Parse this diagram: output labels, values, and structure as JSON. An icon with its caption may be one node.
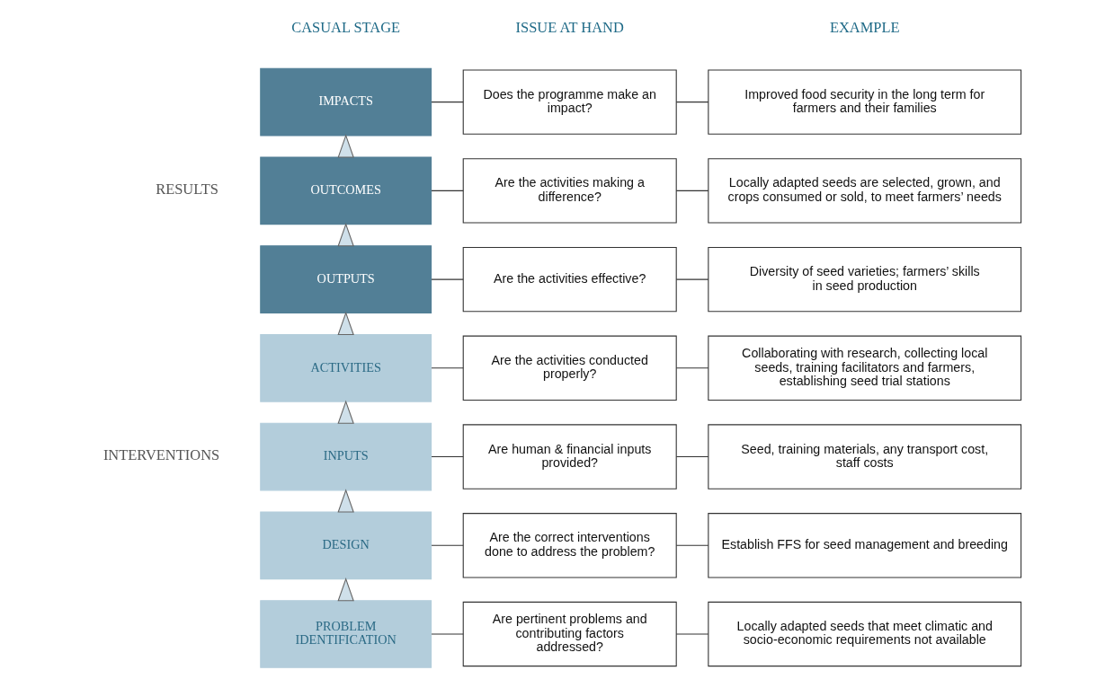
{
  "diagram": {
    "nodes": [
      {
        "text": [
          "IMPACTS"
        ]
      },
      {
        "text": [
          "Does the programme make an impact?"
        ]
      },
      {
        "text": [
          "Improved food security in the long term for farmers and their families"
        ]
      },
      {
        "text": [
          "OUTCOMES"
        ]
      },
      {
        "text": [
          "Are the activities making a difference?"
        ]
      },
      {
        "text": [
          "Locally adapted seeds are selected, grown, and crops consumed or sold, to meet farmers’ needs"
        ]
      },
      {
        "text": [
          "OUTPUTS"
        ]
      },
      {
        "text": [
          "Are the activities effective?"
        ]
      },
      {
        "text": [
          "Diversity of seed varieties; farmers’ skills in seed production"
        ]
      },
      {
        "text": [
          "ACTIVITIES"
        ]
      },
      {
        "text": [
          "Are the activities conducted properly?"
        ]
      },
      {
        "text": [
          "Collaborating with research, collecting local seeds, training facilitators and farmers, establishing seed trial stations"
        ]
      },
      {
        "text": [
          "INPUTS"
        ]
      },
      {
        "text": [
          "Are human & financial inputs provided?"
        ]
      },
      {
        "text": [
          "Seed, training materials, any transport cost, staff costs"
        ]
      },
      {
        "text": [
          "DESIGN"
        ]
      },
      {
        "text": [
          "Are the correct interventions done to address the problem?"
        ]
      },
      {
        "text": [
          "Establish FFS for seed management and breeding"
        ]
      },
      {
        "text": [
          "PROBLEM IDENTIFICATION"
        ]
      },
      {
        "text": [
          "Are pertinent problems and contributing factors addressed?"
        ]
      },
      {
        "text": [
          "Locally adapted seeds that meet climatic and socio-economic requirements not available"
        ]
      }
    ],
    "edges": [
      {
        "from": 0,
        "to": 1,
        "arrow": "none"
      },
      {
        "from": 1,
        "to": 2,
        "arrow": "none"
      },
      {
        "from": 3,
        "to": 4,
        "arrow": "none"
      },
      {
        "from": 4,
        "to": 5,
        "arrow": "none"
      },
      {
        "from": 6,
        "to": 7,
        "arrow": "none"
      },
      {
        "from": 7,
        "to": 8,
        "arrow": "none"
      },
      {
        "from": 9,
        "to": 10,
        "arrow": "none"
      },
      {
        "from": 10,
        "to": 11,
        "arrow": "none"
      },
      {
        "from": 12,
        "to": 13,
        "arrow": "none"
      },
      {
        "from": 13,
        "to": 14,
        "arrow": "none"
      },
      {
        "from": 15,
        "to": 16,
        "arrow": "none"
      },
      {
        "from": 16,
        "to": 17,
        "arrow": "none"
      },
      {
        "from": 18,
        "to": 19,
        "arrow": "none"
      },
      {
        "from": 19,
        "to": 20,
        "arrow": "none"
      },
      {
        "from": 3,
        "to": 0,
        "arrow": "to"
      },
      {
        "from": 6,
        "to": 3,
        "arrow": "to"
      },
      {
        "from": 9,
        "to": 6,
        "arrow": "to"
      },
      {
        "from": 12,
        "to": 9,
        "arrow": "to"
      },
      {
        "from": 15,
        "to": 12,
        "arrow": "to"
      },
      {
        "from": 18,
        "to": 15,
        "arrow": "to"
      }
    ],
    "labels": [
      "CASUAL STAGE",
      "ISSUE AT HAND",
      "EXAMPLE",
      "RESULTS",
      "INTERVENTIONS"
    ]
  }
}
